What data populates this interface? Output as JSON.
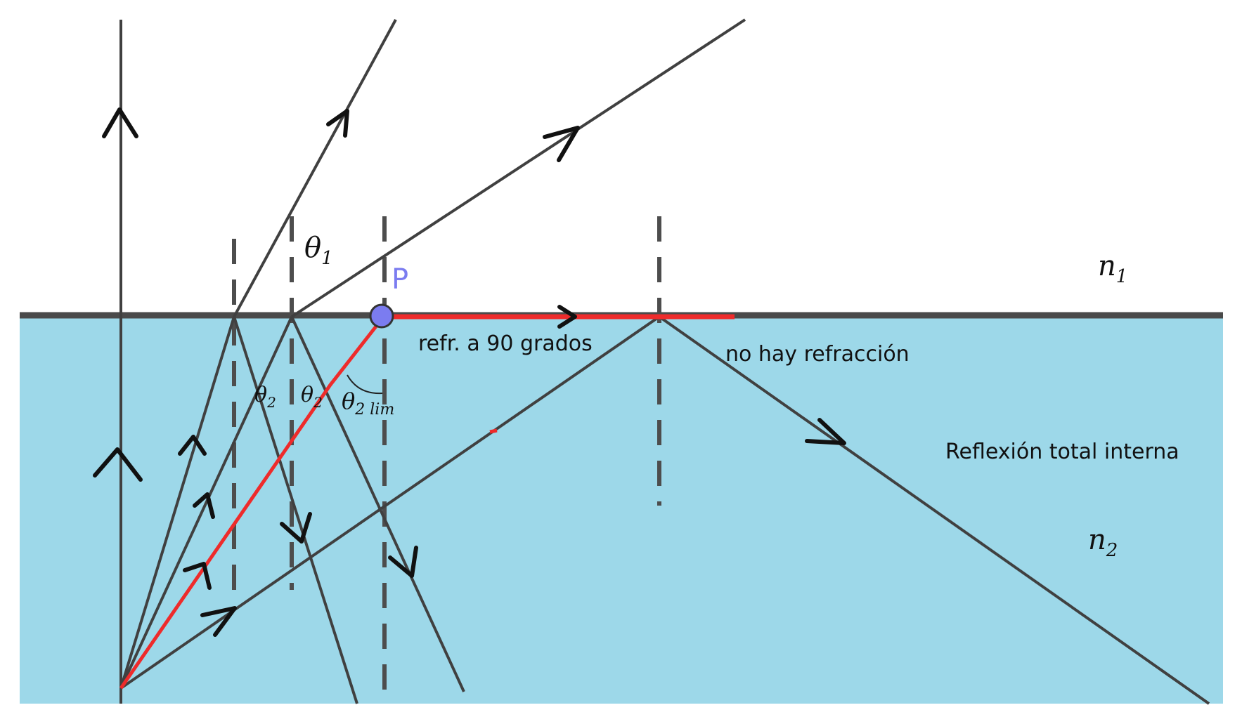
{
  "labels": {
    "theta1": "θ",
    "theta1_sub": "1",
    "theta2_a": "θ",
    "theta2_a_sub": "2",
    "theta2_b": "θ",
    "theta2_b_sub": "2",
    "theta2_lim": "θ",
    "theta2_lim_sub": "2 lim",
    "point_p": "P",
    "n1": "n",
    "n1_sub": "1",
    "n2": "n",
    "n2_sub": "2",
    "refr_90": "refr. a 90 grados",
    "no_refraction": "no hay refracción",
    "total_internal_reflection": "Reflexión total interna"
  },
  "colors": {
    "medium_2": "#9dd8e9",
    "interface": "#4a4a4a",
    "ray": "#404040",
    "critical_ray": "#ee2b2b",
    "point_p": "#7b7cf0"
  }
}
